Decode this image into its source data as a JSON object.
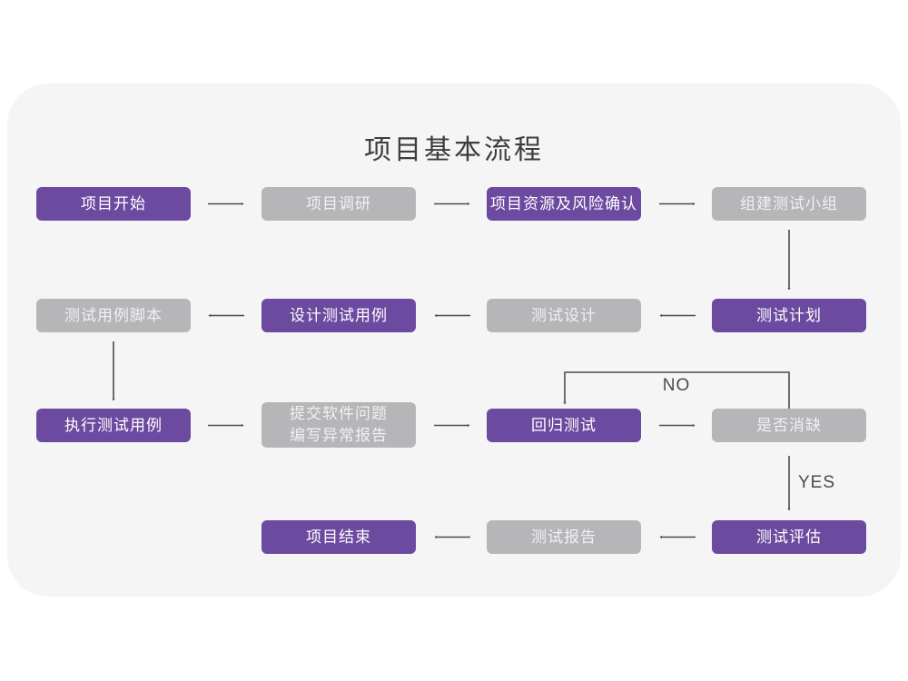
{
  "title": "项目基本流程",
  "colors": {
    "page_background": "#ffffff",
    "card_background": "#f5f5f6",
    "node_primary": "#6b4a9f",
    "node_muted": "#b6b5b8",
    "node_text": "#ffffff",
    "arrow": "#4d4d4d",
    "title_text": "#3d3d3d"
  },
  "flowchart": {
    "nodes": [
      {
        "label": "项目开始",
        "variant": "purple",
        "row": 1,
        "col": 1
      },
      {
        "label": "项目调研",
        "variant": "gray",
        "row": 1,
        "col": 2
      },
      {
        "label": "项目资源及风险确认",
        "variant": "purple",
        "row": 1,
        "col": 3
      },
      {
        "label": "组建测试小组",
        "variant": "gray",
        "row": 1,
        "col": 4
      },
      {
        "label": "测试用例脚本",
        "variant": "gray",
        "row": 2,
        "col": 1
      },
      {
        "label": "设计测试用例",
        "variant": "purple",
        "row": 2,
        "col": 2
      },
      {
        "label": "测试设计",
        "variant": "gray",
        "row": 2,
        "col": 3
      },
      {
        "label": "测试计划",
        "variant": "purple",
        "row": 2,
        "col": 4
      },
      {
        "label": "执行测试用例",
        "variant": "purple",
        "row": 3,
        "col": 1
      },
      {
        "label": "提交软件问题\n编写异常报告",
        "variant": "gray",
        "row": 3,
        "col": 2
      },
      {
        "label": "回归测试",
        "variant": "purple",
        "row": 3,
        "col": 3
      },
      {
        "label": "是否消缺",
        "variant": "gray",
        "row": 3,
        "col": 4
      },
      {
        "label": "项目结束",
        "variant": "purple",
        "row": 4,
        "col": 2
      },
      {
        "label": "测试报告",
        "variant": "gray",
        "row": 4,
        "col": 3
      },
      {
        "label": "测试评估",
        "variant": "purple",
        "row": 4,
        "col": 4
      }
    ],
    "decision_labels": {
      "no": "NO",
      "yes": "YES"
    }
  }
}
